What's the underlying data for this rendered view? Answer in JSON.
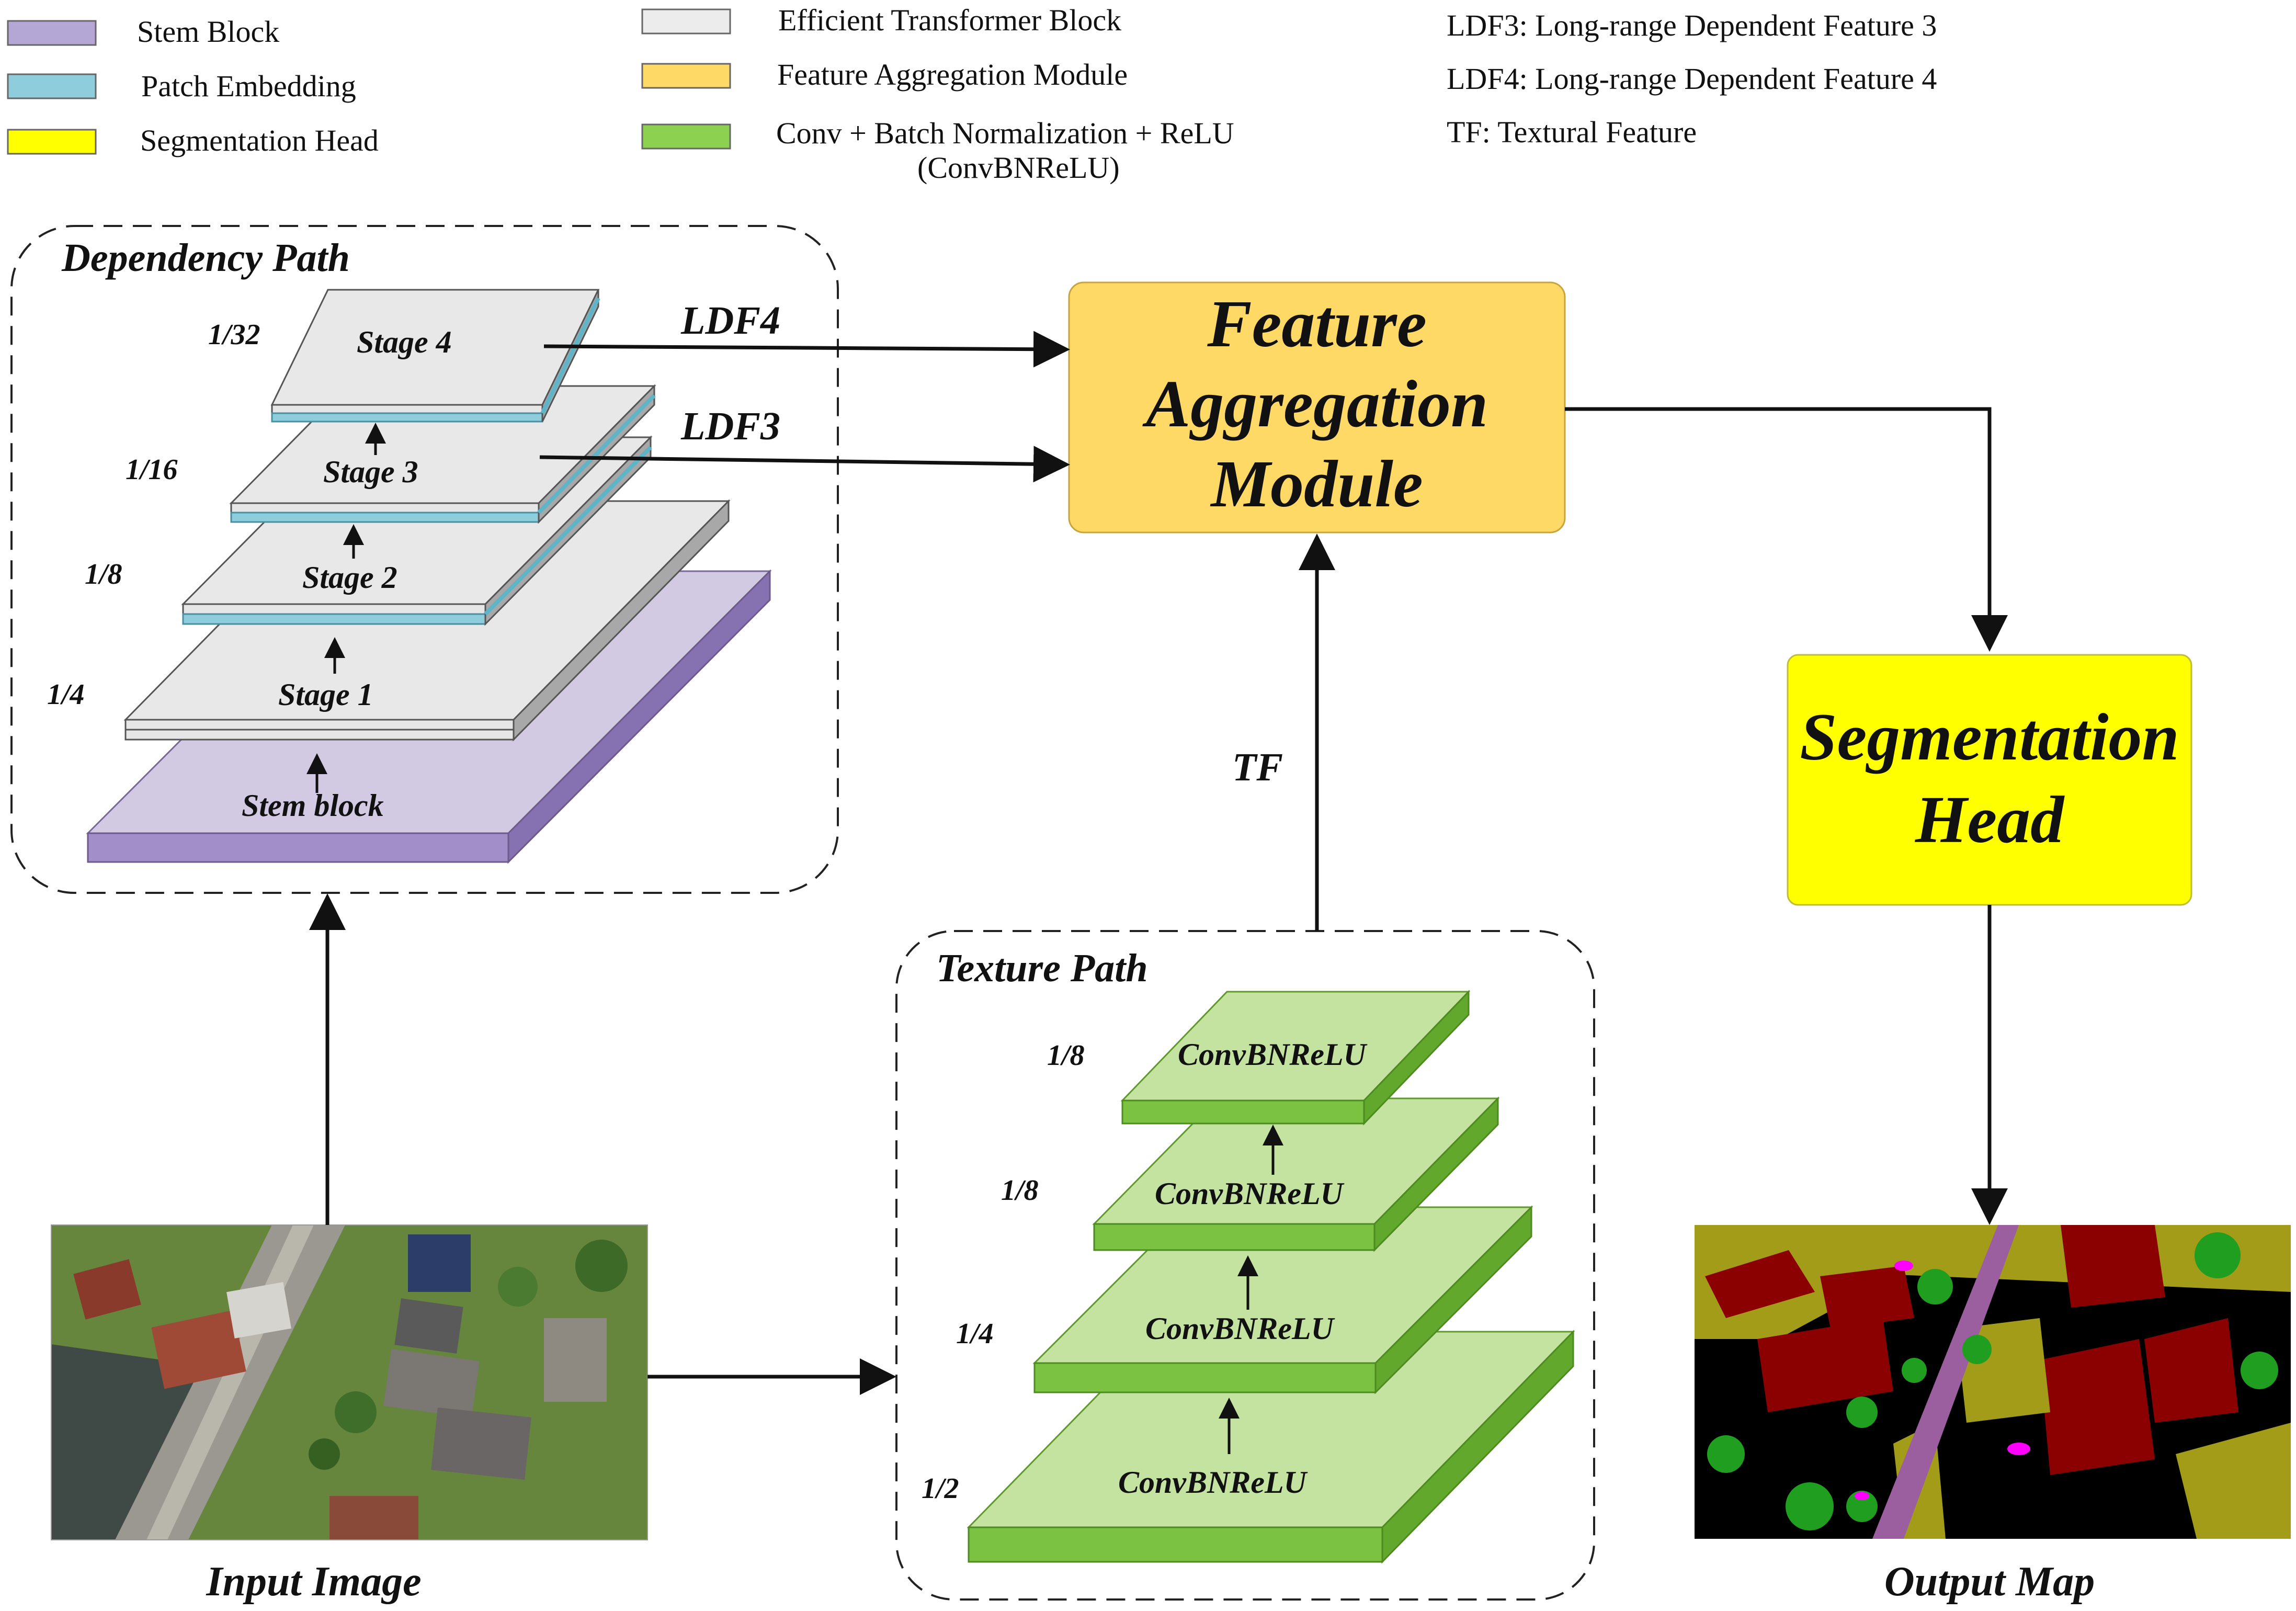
{
  "legend": {
    "col1": [
      {
        "label": "Stem Block",
        "color": "#b4a7d6"
      },
      {
        "label": "Patch Embedding",
        "color": "#8ecddb"
      },
      {
        "label": "Segmentation Head",
        "color": "#ffff00"
      }
    ],
    "col2": [
      {
        "label": "Efficient Transformer Block",
        "color": "#ececec"
      },
      {
        "label": "Feature Aggregation Module",
        "color": "#ffd966"
      },
      {
        "label": "Conv + Batch Normalization + ReLU",
        "label2": "(ConvBNReLU)",
        "color": "#8cd150"
      }
    ],
    "col3": [
      "LDF3: Long-range Dependent Feature 3",
      "LDF4: Long-range Dependent Feature 4",
      "TF: Textural Feature"
    ]
  },
  "dependency_path": {
    "title": "Dependency Path",
    "stem_label": "Stem block",
    "stages": [
      {
        "label": "Stage 1",
        "scale": "1/4"
      },
      {
        "label": "Stage 2",
        "scale": "1/8"
      },
      {
        "label": "Stage 3",
        "scale": "1/16"
      },
      {
        "label": "Stage 4",
        "scale": "1/32"
      }
    ]
  },
  "texture_path": {
    "title": "Texture Path",
    "blocks": [
      {
        "label": "ConvBNReLU",
        "scale": "1/2"
      },
      {
        "label": "ConvBNReLU",
        "scale": "1/4"
      },
      {
        "label": "ConvBNReLU",
        "scale": "1/8"
      },
      {
        "label": "ConvBNReLU",
        "scale": "1/8"
      }
    ]
  },
  "features": {
    "ldf4": "LDF4",
    "ldf3": "LDF3",
    "tf": "TF"
  },
  "fam": {
    "line1": "Feature",
    "line2": "Aggregation",
    "line3": "Module",
    "color": "#ffd966"
  },
  "seg_head": {
    "line1": "Segmentation",
    "line2": "Head",
    "color": "#ffff00"
  },
  "captions": {
    "input": "Input Image",
    "output": "Output Map"
  },
  "colors": {
    "stem": "#b4a7d6",
    "patch": "#8ecddb",
    "transformer": "#e8e8e8",
    "conv": "#c4e3a0",
    "conv_dark": "#7cc242",
    "map_background": "#000000",
    "map_building": "#8b0000",
    "map_ground": "#a39c18",
    "map_tree": "#1f9e1f",
    "map_road": "#9b5fa0",
    "map_car": "#ff00ff"
  }
}
